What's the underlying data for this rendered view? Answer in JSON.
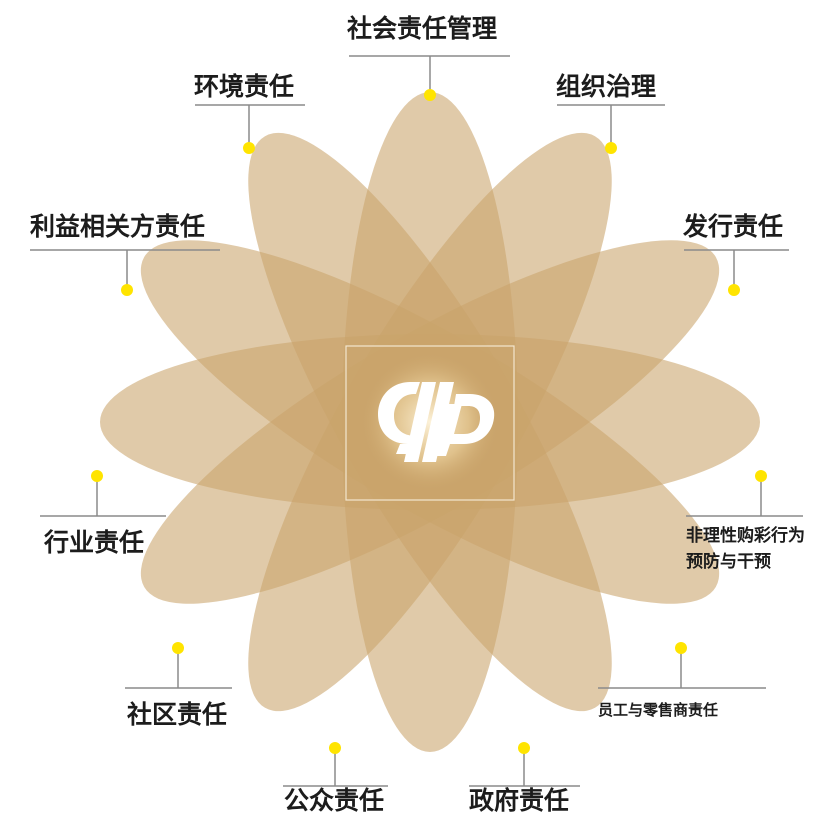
{
  "diagram": {
    "center_logo": "cdp-logo",
    "petal_color": "#c9a46a",
    "dot_color": "#ffe400",
    "line_color": "#8a8a8a",
    "labels": {
      "top": "社会责任管理",
      "upper_left": "环境责任",
      "upper_right": "组织治理",
      "left_high": "利益相关方责任",
      "right_high": "发行责任",
      "left": "行业责任",
      "right_line1": "非理性购彩行为",
      "right_line2": "预防与干预",
      "lower_left": "社区责任",
      "lower_right": "员工与零售商责任",
      "bottom_left": "公众责任",
      "bottom_right": "政府责任"
    }
  }
}
